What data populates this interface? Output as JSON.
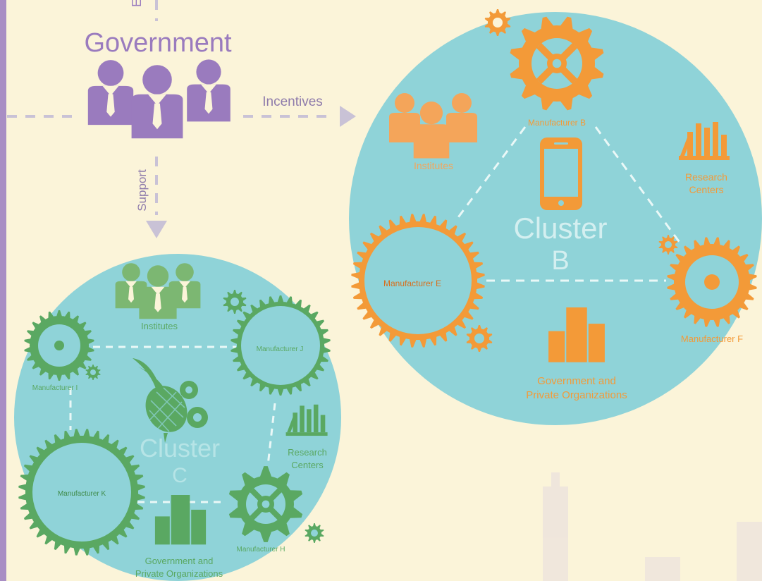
{
  "colors": {
    "background": "#fbf4d9",
    "left_bar": "#a98ec4",
    "government": "#9a7bbe",
    "cluster_bg": "#8fd3d8",
    "cluster_b_accent": "#f39a38",
    "cluster_c_accent": "#5aa862",
    "connector": "#c9c2d6",
    "cluster_dash": "#e8f7f6",
    "skyline": "#e8dfe0"
  },
  "government": {
    "label": "Government",
    "incentives_label": "Incentives",
    "support_label": "Support",
    "top_label_fragment": "E"
  },
  "cluster_b": {
    "title_line1": "Cluster",
    "title_line2": "B",
    "icon": "smartphone-icon",
    "nodes": {
      "manufacturer_top": "Manufacturer B",
      "institutes": "Institutes",
      "research": [
        "Research",
        "Centers"
      ],
      "manufacturer_left": "Manufacturer E",
      "manufacturer_right": "Manufacturer F",
      "organizations": [
        "Government and",
        "Private Organizations"
      ]
    }
  },
  "cluster_c": {
    "title_line1": "Cluster",
    "title_line2": "C",
    "icon": "pineapple-icon",
    "nodes": {
      "institutes": "Institutes",
      "manufacturer_top_right": "Manufacturer J",
      "manufacturer_left": "Manufacturer I",
      "manufacturer_bottom_left": "Manufacturer K",
      "research": [
        "Research",
        "Centers"
      ],
      "manufacturer_bottom_right": "Manufacturer H",
      "organizations": [
        "Government and",
        "Private Organizations"
      ]
    }
  }
}
